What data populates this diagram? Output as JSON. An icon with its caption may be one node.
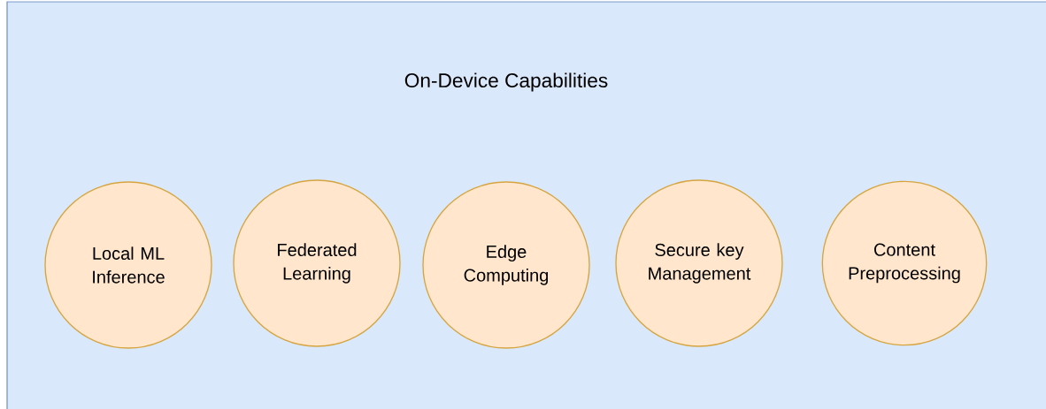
{
  "diagram": {
    "nodes": [
      {
        "text": [
          "On-Device Capabilities"
        ]
      },
      {
        "text": [
          "Local ML Inference"
        ],
        "in": 0
      },
      {
        "text": [
          "Federated Learning"
        ],
        "in": 0
      },
      {
        "text": [
          "Edge Computing"
        ],
        "in": 0
      },
      {
        "text": [
          "Secure key Management"
        ],
        "in": 0
      },
      {
        "text": [
          "Content Preprocessing"
        ],
        "in": 0
      }
    ]
  }
}
